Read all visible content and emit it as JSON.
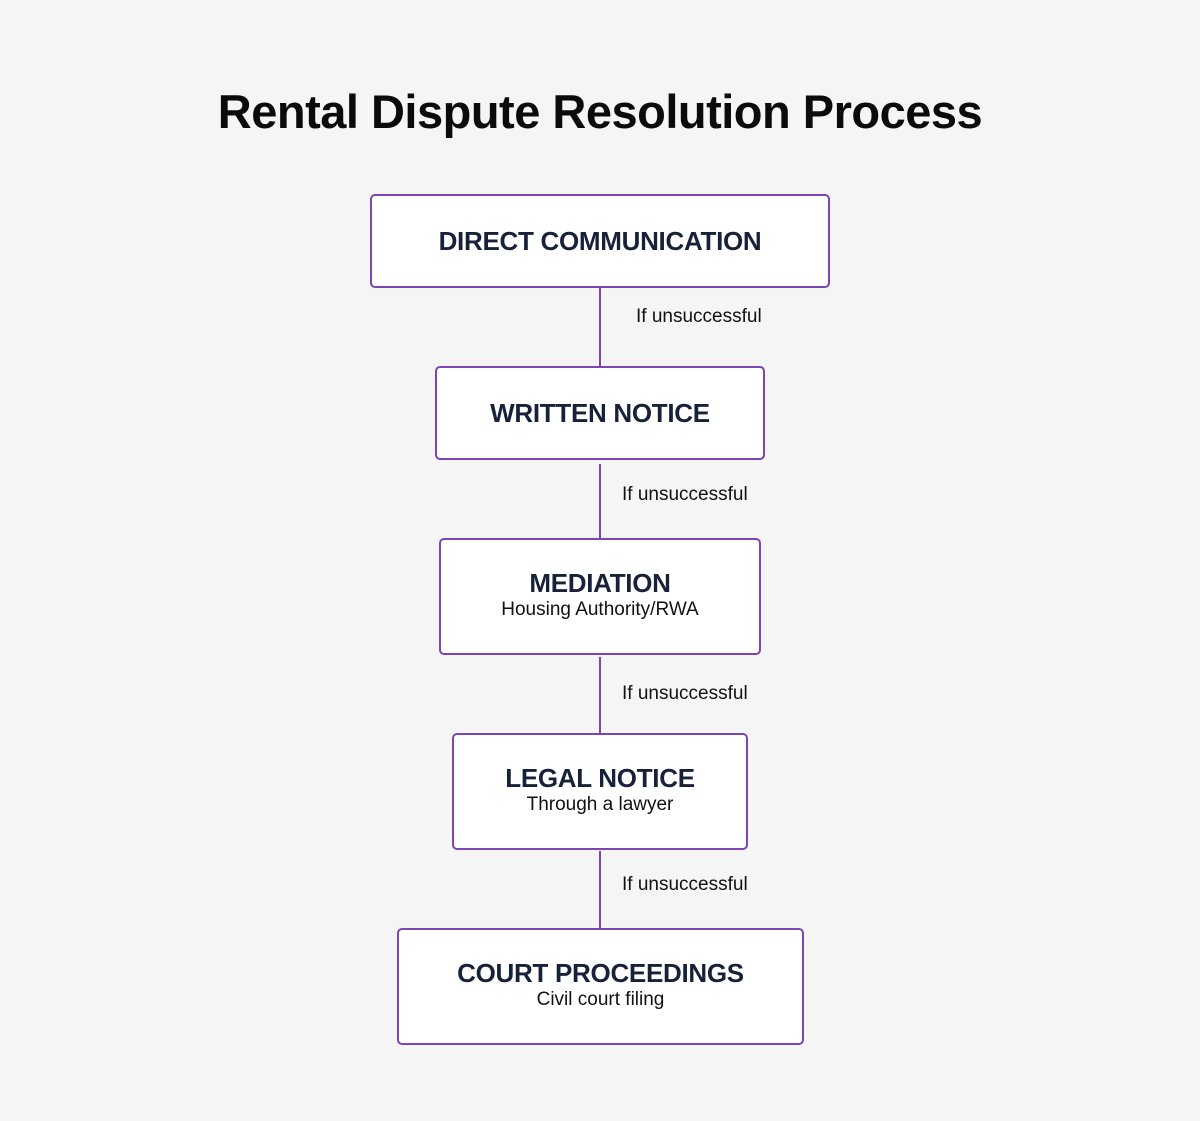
{
  "title": "Rental Dispute Resolution Process",
  "colors": {
    "background": "#f5f5f5",
    "box_border": "#7b45b5",
    "connector": "#7b45b5",
    "box_title_text": "#17213a"
  },
  "steps": [
    {
      "title": "DIRECT COMMUNICATION",
      "subtitle": ""
    },
    {
      "title": "WRITTEN NOTICE",
      "subtitle": ""
    },
    {
      "title": "MEDIATION",
      "subtitle": "Housing Authority/RWA"
    },
    {
      "title": "LEGAL NOTICE",
      "subtitle": "Through a lawyer"
    },
    {
      "title": "COURT PROCEEDINGS",
      "subtitle": "Civil court filing"
    }
  ],
  "connectors": [
    {
      "label": "If unsuccessful"
    },
    {
      "label": "If unsuccessful"
    },
    {
      "label": "If unsuccessful"
    },
    {
      "label": "If unsuccessful"
    }
  ]
}
